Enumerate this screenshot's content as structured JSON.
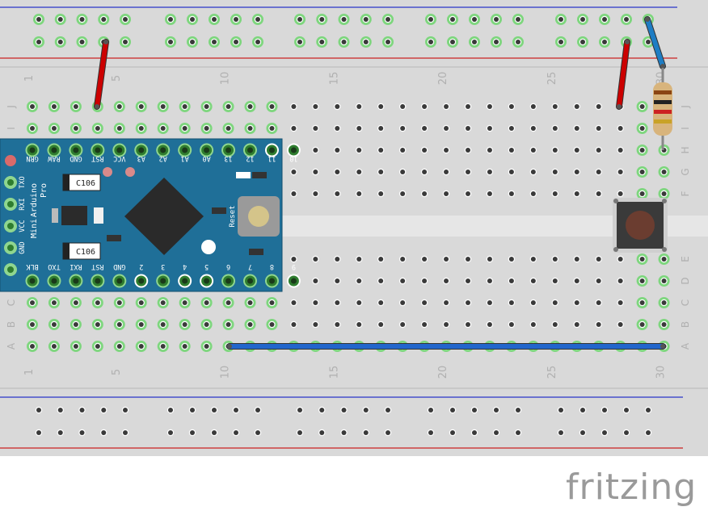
{
  "breadboard": {
    "columns": 30,
    "column_numbers": [
      "1",
      "5",
      "10",
      "15",
      "20",
      "25",
      "30"
    ],
    "row_labels_top": [
      "J",
      "I",
      "H",
      "G",
      "F"
    ],
    "row_labels_bottom": [
      "E",
      "D",
      "C",
      "B",
      "A"
    ],
    "colors": {
      "board": "#d9d9d9",
      "rail_blue": "#2a36c9",
      "rail_red": "#cc2222",
      "hole": "#3a3a3a",
      "hole_connected": "#7ed67e"
    }
  },
  "arduino": {
    "name_line1": "Arduino",
    "name_line2": "Pro",
    "name_line3": "Mini",
    "top_pins": [
      "GRN",
      "RAW",
      "GND",
      "RST",
      "VCC",
      "A3",
      "A2",
      "A1",
      "A0",
      "13",
      "12",
      "11",
      "10"
    ],
    "bottom_pins": [
      "BLK",
      "TXO",
      "RXI",
      "RST",
      "GND",
      "2",
      "3",
      "4",
      "5",
      "6",
      "7",
      "8",
      "9"
    ],
    "left_pins": [
      "TXO",
      "RXI",
      "VCC",
      "GND"
    ],
    "cap_label": "C106",
    "reset_label": "Reset",
    "board_color": "#1f6f98"
  },
  "logo": {
    "text": "fritzing"
  },
  "wires": [
    {
      "color": "#cc0000",
      "name": "red-wire-left"
    },
    {
      "color": "#cc0000",
      "name": "red-wire-right"
    },
    {
      "color": "#1e7dc4",
      "name": "blue-wire-top"
    },
    {
      "color": "#2266cc",
      "name": "blue-wire-bottom"
    }
  ],
  "resistor": {
    "bands": [
      "#8b4513",
      "#222222",
      "#cc2222",
      "#c9a227"
    ]
  },
  "button": {
    "cap_color": "#6b3d30"
  }
}
